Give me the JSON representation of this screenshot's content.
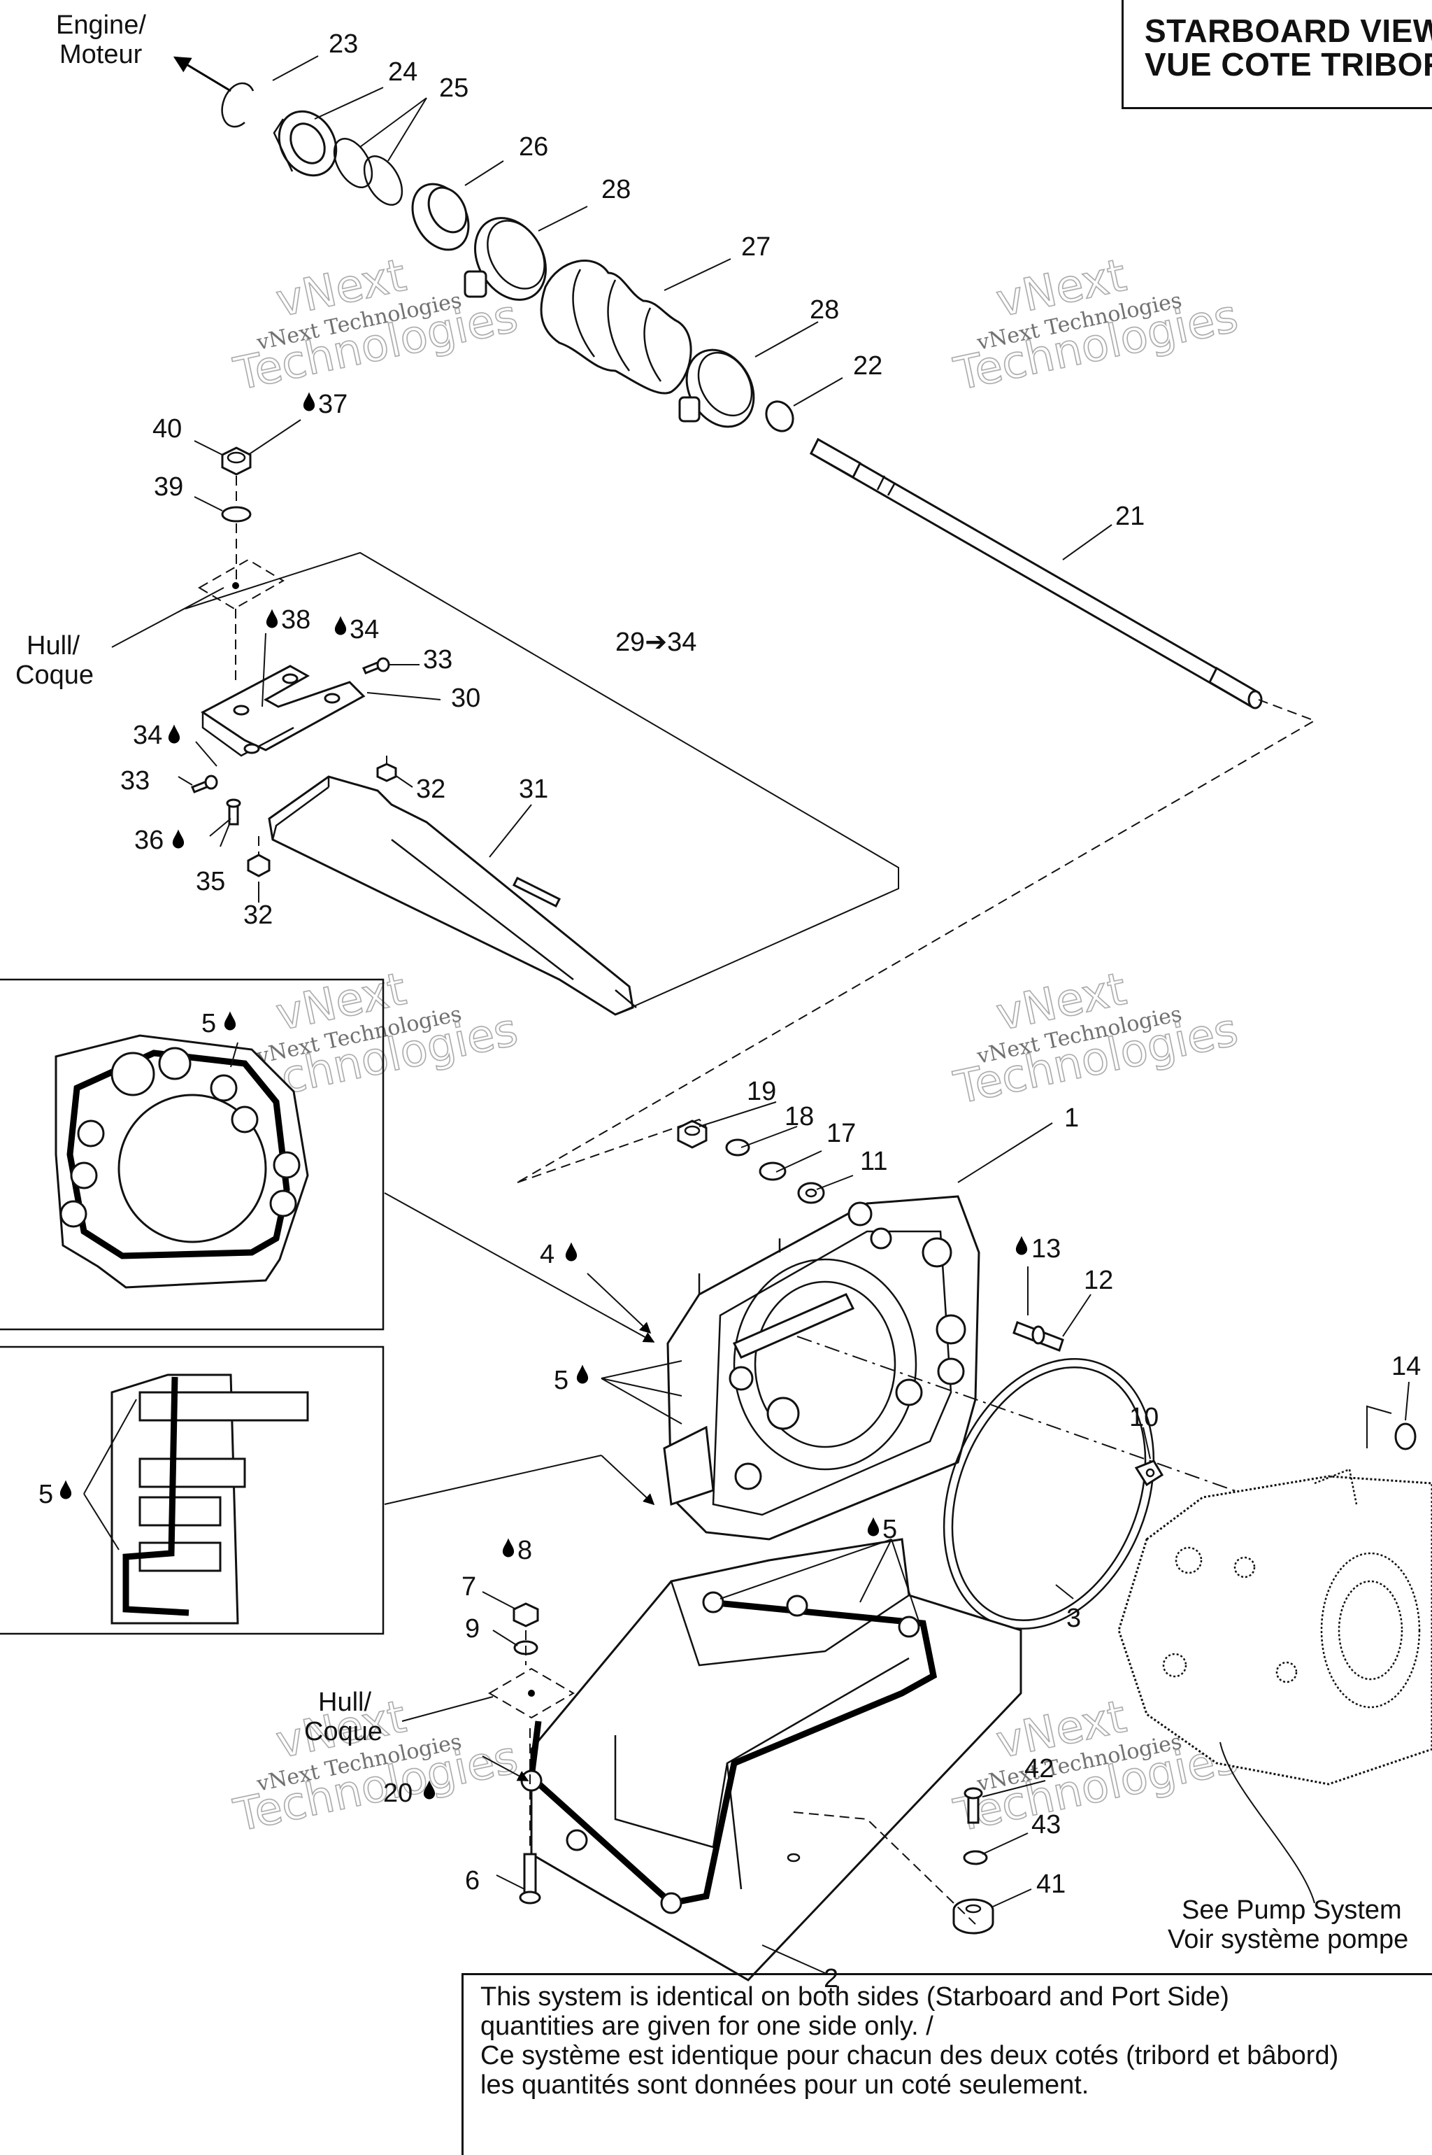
{
  "title": {
    "line1": "STARBOARD VIEW",
    "line2": "VUE COTE TRIBORD"
  },
  "note": {
    "line1": "This system is identical on both sides (Starboard and Port Side)",
    "line2": "quantities are given for one side only. /",
    "line3": "Ce système est identique pour chacun des deux cotés (tribord et bâbord)",
    "line4": "les quantités sont données pour un coté seulement."
  },
  "labels": {
    "engine_line1": "Engine/",
    "engine_line2": "Moteur",
    "hull1_line1": "Hull/",
    "hull1_line2": "Coque",
    "hull2_line1": "Hull/",
    "hull2_line2": "Coque",
    "pump_line1": "See Pump System",
    "pump_line2": "Voir système pompe"
  },
  "watermark": {
    "line1": "vNext Technologies",
    "big1": "vNext",
    "big2": "Technologies"
  },
  "callouts": {
    "c23": "23",
    "c24": "24",
    "c25": "25",
    "c26": "26",
    "c28a": "28",
    "c27": "27",
    "c28b": "28",
    "c22": "22",
    "c21": "21",
    "c40": "40",
    "c37": "37",
    "c39": "39",
    "c38": "38",
    "c34a": "34",
    "c33a": "33",
    "c30": "30",
    "c29": "29➔34",
    "c34b": "34",
    "c33b": "33",
    "c32a": "32",
    "c31": "31",
    "c36": "36",
    "c35": "35",
    "c32b": "32",
    "c5a": "5",
    "c19": "19",
    "c18": "18",
    "c17": "17",
    "c11": "11",
    "c1": "1",
    "c4": "4",
    "c13": "13",
    "c12": "12",
    "c14": "14",
    "c5b": "5",
    "c5c": "5",
    "c10": "10",
    "c5d": "5",
    "c8": "8",
    "c7": "7",
    "c9": "9",
    "c20": "20",
    "c42": "42",
    "c43": "43",
    "c41": "41",
    "c6": "6",
    "c2": "2",
    "c3": "3"
  },
  "icons": {
    "drop": "lubricant-drop-icon",
    "arrow": "direction-arrow-icon"
  }
}
